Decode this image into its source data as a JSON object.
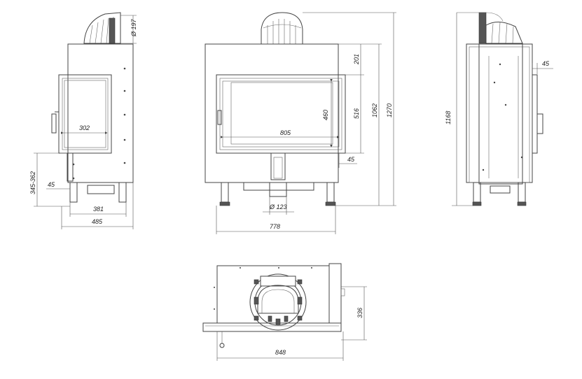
{
  "dimensions": {
    "side_left": {
      "flue_diameter": "Ø 197",
      "door_width": "302",
      "height_range": "345-362",
      "side_offset": "45",
      "feet_span": "381",
      "depth": "485"
    },
    "front": {
      "top_section": "201",
      "door_opening_height": "460",
      "height_a": "516",
      "height_b": "1062",
      "total_height": "1270",
      "door_opening_width": "805",
      "bottom_offset": "45",
      "bottom_flue_diameter": "Ø 123",
      "body_width": "778"
    },
    "side_right": {
      "offset": "45",
      "height": "1168"
    },
    "top_view": {
      "depth": "336",
      "width": "848"
    }
  }
}
